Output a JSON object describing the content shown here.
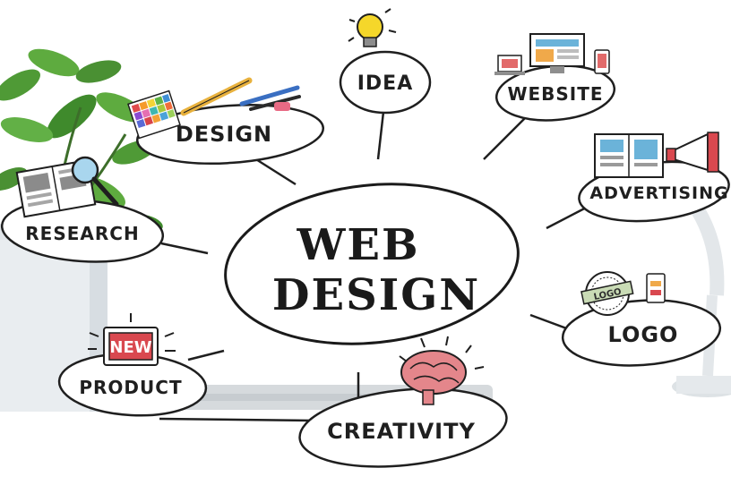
{
  "center": {
    "line1": "WEB",
    "line2": "DESIGN"
  },
  "nodes": {
    "design": "DESIGN",
    "idea": "IDEA",
    "website": "WEBSITE",
    "advertising": "ADVERTISING",
    "research": "RESEARCH",
    "logo": "LOGO",
    "product": "PRODUCT",
    "creativity": "CREATIVITY"
  },
  "badges": {
    "new": "NEW",
    "logo_badge": "LOGO"
  },
  "colors": {
    "ink": "#1f1f1f",
    "plant_green": "#4f9a36",
    "brain_pink": "#e4868b",
    "new_red": "#d9484f",
    "bulb_yellow": "#f5d72a",
    "screen_blue": "#6bb3d9"
  },
  "icons": [
    "lightbulb-icon",
    "color-palette-icon",
    "pencils-icon",
    "laptop-monitor-phone-icon",
    "magazine-icon",
    "megaphone-icon",
    "newspaper-icon",
    "magnifier-icon",
    "logo-badge-icon",
    "new-sign-icon",
    "brain-icon"
  ]
}
